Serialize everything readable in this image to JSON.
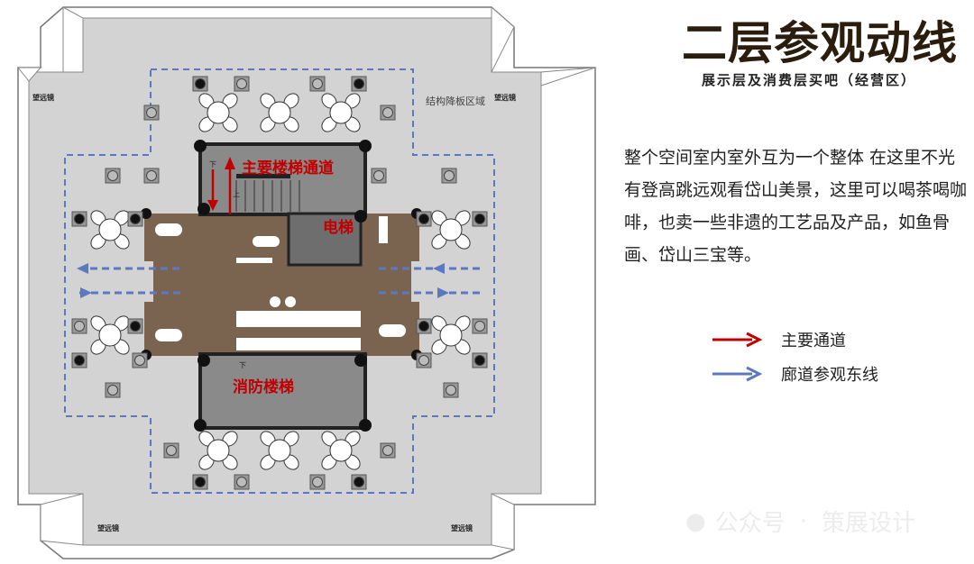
{
  "title": "二层参观动线",
  "subtitle": "展示层及消费层买吧（经营区）",
  "description": "整个空间室内室外互为一个整体  在这里不光有登高跳远观看岱山美景，这里可以喝茶喝咖啡，也卖一些非遗的工艺品及产品，如鱼骨画、岱山三宝等。",
  "plan": {
    "main_stair_label": "主要楼梯通道",
    "elevator_label": "电梯",
    "fire_stair_label": "消防楼梯",
    "structure_label": "结构降板区域",
    "telescope_label": "望远镜",
    "up_label": "上",
    "down_label": "下"
  },
  "legend": [
    {
      "label": "主要通道",
      "color": "#c00000"
    },
    {
      "label": "廊道参观东线",
      "color": "#5b78c0"
    }
  ],
  "watermark": {
    "prefix": "公众号",
    "sep": "·",
    "name": "策展设计"
  }
}
